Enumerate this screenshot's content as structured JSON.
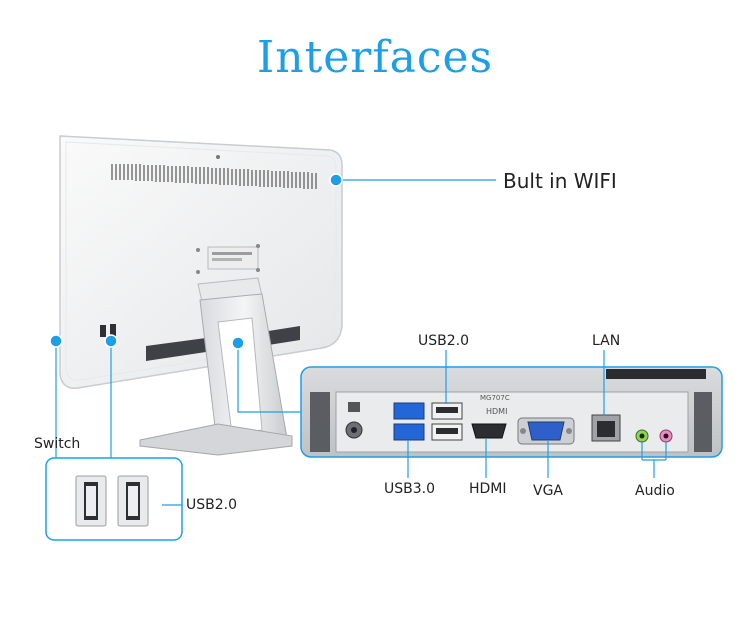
{
  "title": "Interfaces",
  "accent_color": "#1d9fe8",
  "callouts": {
    "wifi": "Bult in WIFI",
    "switch": "Switch",
    "usb20_side": "USB2.0",
    "usb20_panel": "USB2.0",
    "lan": "LAN",
    "usb30": "USB3.0",
    "hdmi": "HDMI",
    "vga": "VGA",
    "audio": "Audio"
  },
  "panel_labels": {
    "hdmi_port": "HDMI",
    "model_code": "MG707C"
  }
}
